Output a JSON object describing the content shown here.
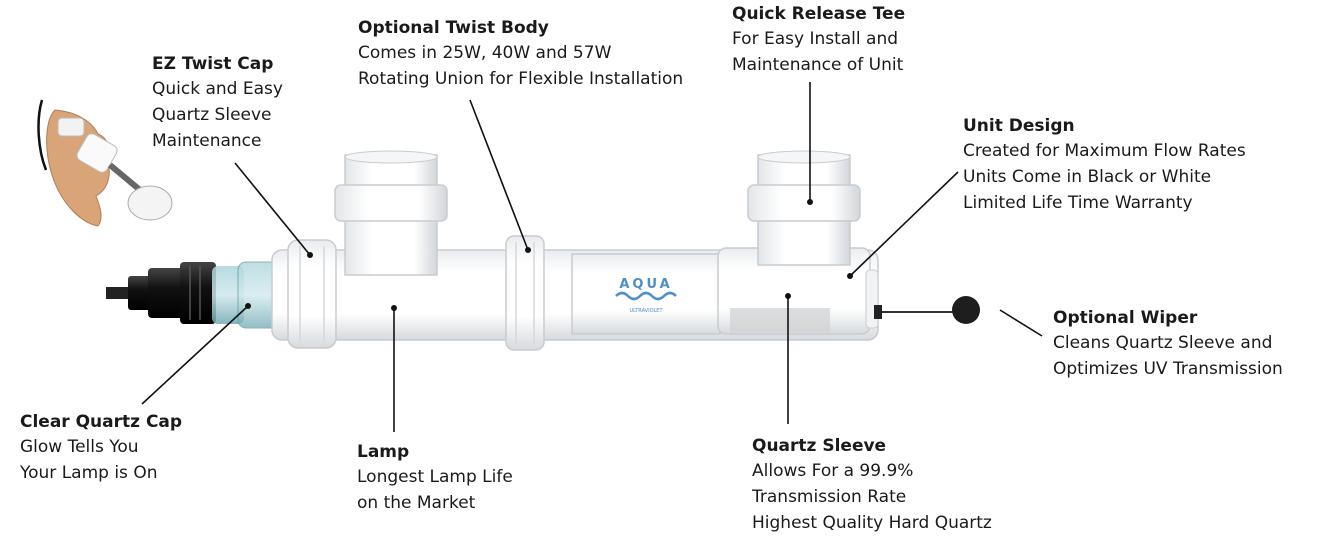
{
  "product": {
    "logo_text": "AQUA",
    "logo_subtext": "ULTRAVIOLET",
    "body_color": "#ffffff",
    "outline_color": "#c8ccd0",
    "cap_color": "#1b1b1b",
    "sleeve_color": "#7fb8c0",
    "logo_color": "#4e8fc8"
  },
  "callouts": {
    "ez_twist_cap": {
      "title": "EZ Twist Cap",
      "lines": [
        "Quick and Easy",
        "Quartz Sleeve",
        "Maintenance"
      ]
    },
    "optional_twist_body": {
      "title": "Optional Twist Body",
      "lines": [
        "Comes in 25W, 40W and 57W",
        "Rotating Union for Flexible Installation"
      ]
    },
    "quick_release_tee": {
      "title": "Quick Release Tee",
      "lines": [
        "For Easy Install and",
        "Maintenance of Unit"
      ]
    },
    "unit_design": {
      "title": "Unit Design",
      "lines": [
        "Created for Maximum Flow Rates",
        "Units Come in Black or White",
        "Limited Life Time Warranty"
      ]
    },
    "optional_wiper": {
      "title": "Optional Wiper",
      "lines": [
        "Cleans Quartz Sleeve and",
        "Optimizes UV Transmission"
      ]
    },
    "clear_quartz_cap": {
      "title": "Clear Quartz Cap",
      "lines": [
        "Glow Tells You",
        "Your Lamp is On"
      ]
    },
    "lamp": {
      "title": "Lamp",
      "lines": [
        "Longest Lamp Life",
        "on the Market"
      ]
    },
    "quartz_sleeve": {
      "title": "Quartz Sleeve",
      "lines": [
        "Allows For a 99.9%",
        "Transmission Rate",
        "Highest Quality Hard Quartz"
      ]
    }
  }
}
